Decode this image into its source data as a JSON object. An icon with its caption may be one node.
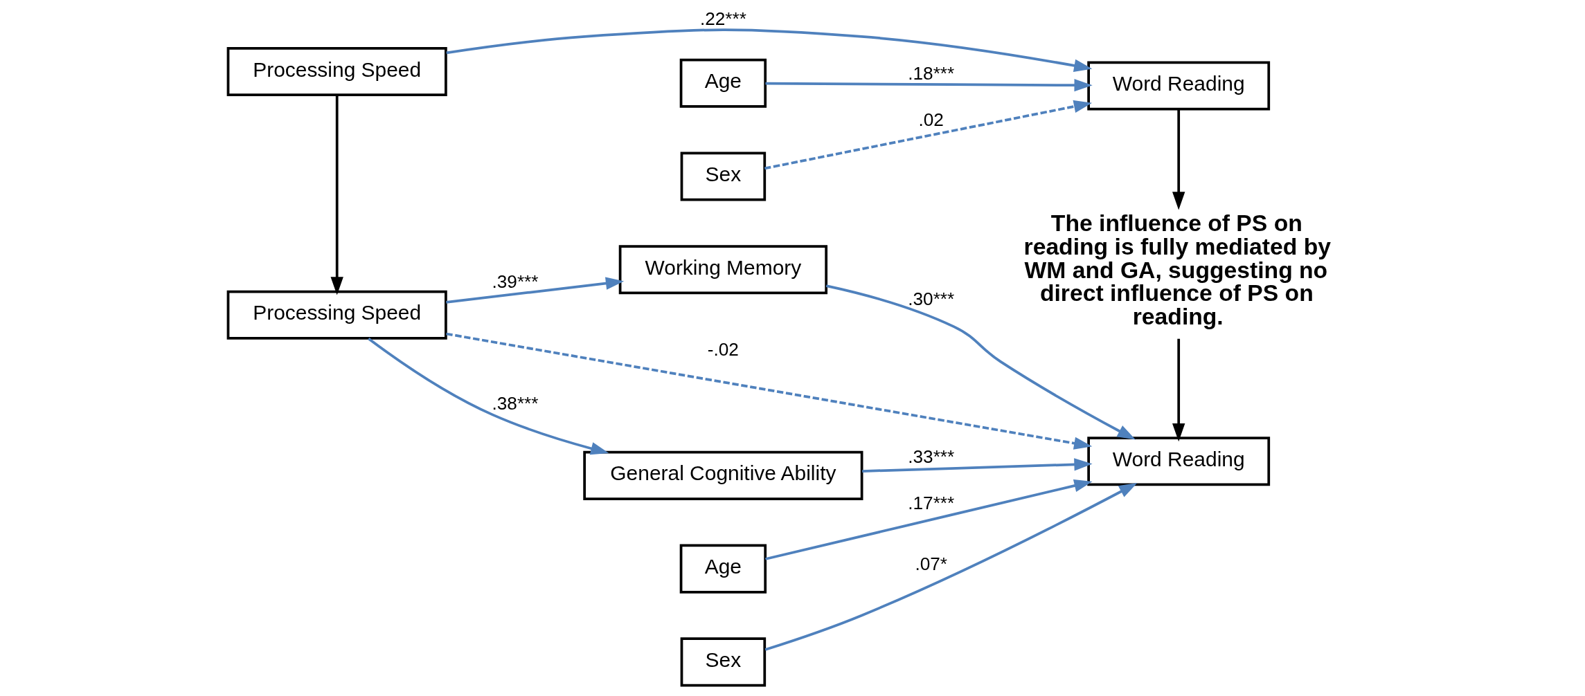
{
  "diagram": {
    "nodes": [
      {
        "text": [
          "Processing Speed"
        ]
      },
      {
        "text": [
          "Word Reading"
        ]
      },
      {
        "text": [
          "Age"
        ]
      },
      {
        "text": [
          "Sex"
        ]
      },
      {
        "text": [
          "The influence of PS on reading is fully mediated by WM and GA, suggesting no direct influence of PS on reading."
        ]
      },
      {
        "text": [
          "Working Memory"
        ]
      },
      {
        "text": [
          "Processing Speed"
        ]
      },
      {
        "text": [
          "Word Reading"
        ]
      },
      {
        "text": [
          "General Cognitive Ability"
        ]
      },
      {
        "text": [
          "Age"
        ]
      },
      {
        "text": [
          "Sex"
        ]
      }
    ],
    "edges": [
      {
        "from": 0,
        "to": 1,
        "arrow": "to",
        "label": ".22***"
      },
      {
        "from": 2,
        "to": 1,
        "arrow": "to",
        "label": ".18***"
      },
      {
        "from": 3,
        "to": 1,
        "arrow": "to",
        "label": ".02",
        "style": "dashed"
      },
      {
        "from": 0,
        "to": 6,
        "arrow": "to",
        "color": "#000000"
      },
      {
        "from": 1,
        "to": 4,
        "arrow": "to",
        "color": "#000000"
      },
      {
        "from": 4,
        "to": 7,
        "arrow": "to",
        "color": "#000000"
      },
      {
        "from": 6,
        "to": 5,
        "arrow": "to",
        "label": ".39***"
      },
      {
        "from": 6,
        "to": 7,
        "arrow": "to",
        "label": "-.02",
        "style": "dashed"
      },
      {
        "from": 6,
        "to": 8,
        "arrow": "to",
        "label": ".38***"
      },
      {
        "from": 5,
        "to": 7,
        "arrow": "to",
        "label": ".30***"
      },
      {
        "from": 8,
        "to": 7,
        "arrow": "to",
        "label": ".33***"
      },
      {
        "from": 9,
        "to": 7,
        "arrow": "to",
        "label": ".17***"
      },
      {
        "from": 10,
        "to": 7,
        "arrow": "to",
        "label": ".07*"
      }
    ]
  }
}
